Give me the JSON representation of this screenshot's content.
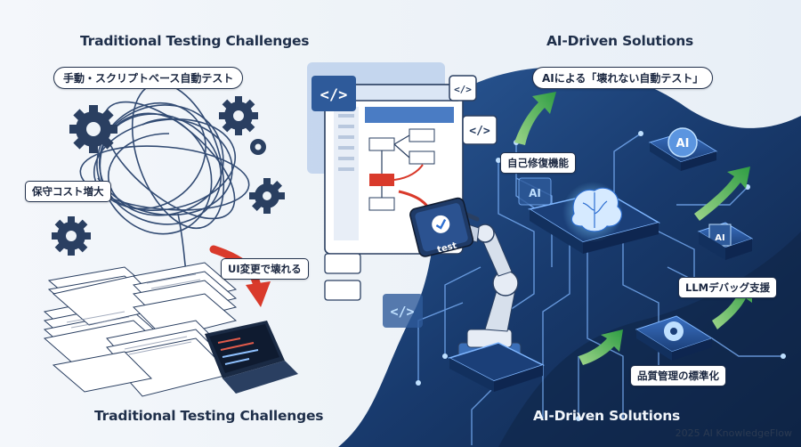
{
  "left": {
    "title_top": "Traditional Testing Challenges",
    "subtitle": "手動・スクリプトベース自動テスト",
    "label_maintenance": "保守コスト増大",
    "label_ui_breaks": "UI変更で壊れる",
    "title_bottom": "Traditional Testing Challenges"
  },
  "right": {
    "title_top": "AI-Driven Solutions",
    "subtitle": "AIによる「壊れない自動テスト」",
    "label_self_healing": "自己修復機能",
    "label_llm_debug": "LLMデバッグ支援",
    "label_quality": "品質管理の標準化",
    "title_bottom": "AI-Driven Solutions"
  },
  "center": {
    "phone_label": "test",
    "code_symbol": "</>"
  },
  "chips": {
    "ai_label": "AI"
  },
  "credit": "2025 AI KnowledgeFlow",
  "colors": {
    "navy": "#1f3a66",
    "accent_blue": "#2e6fd1",
    "arrow_green": "#3aa64b",
    "arrow_red": "#d93a2b",
    "dark_bg": "#122b52"
  },
  "icons": [
    "gear-icon",
    "code-icon",
    "brain-icon",
    "robot-arm-icon",
    "check-icon",
    "arrow-icon"
  ]
}
